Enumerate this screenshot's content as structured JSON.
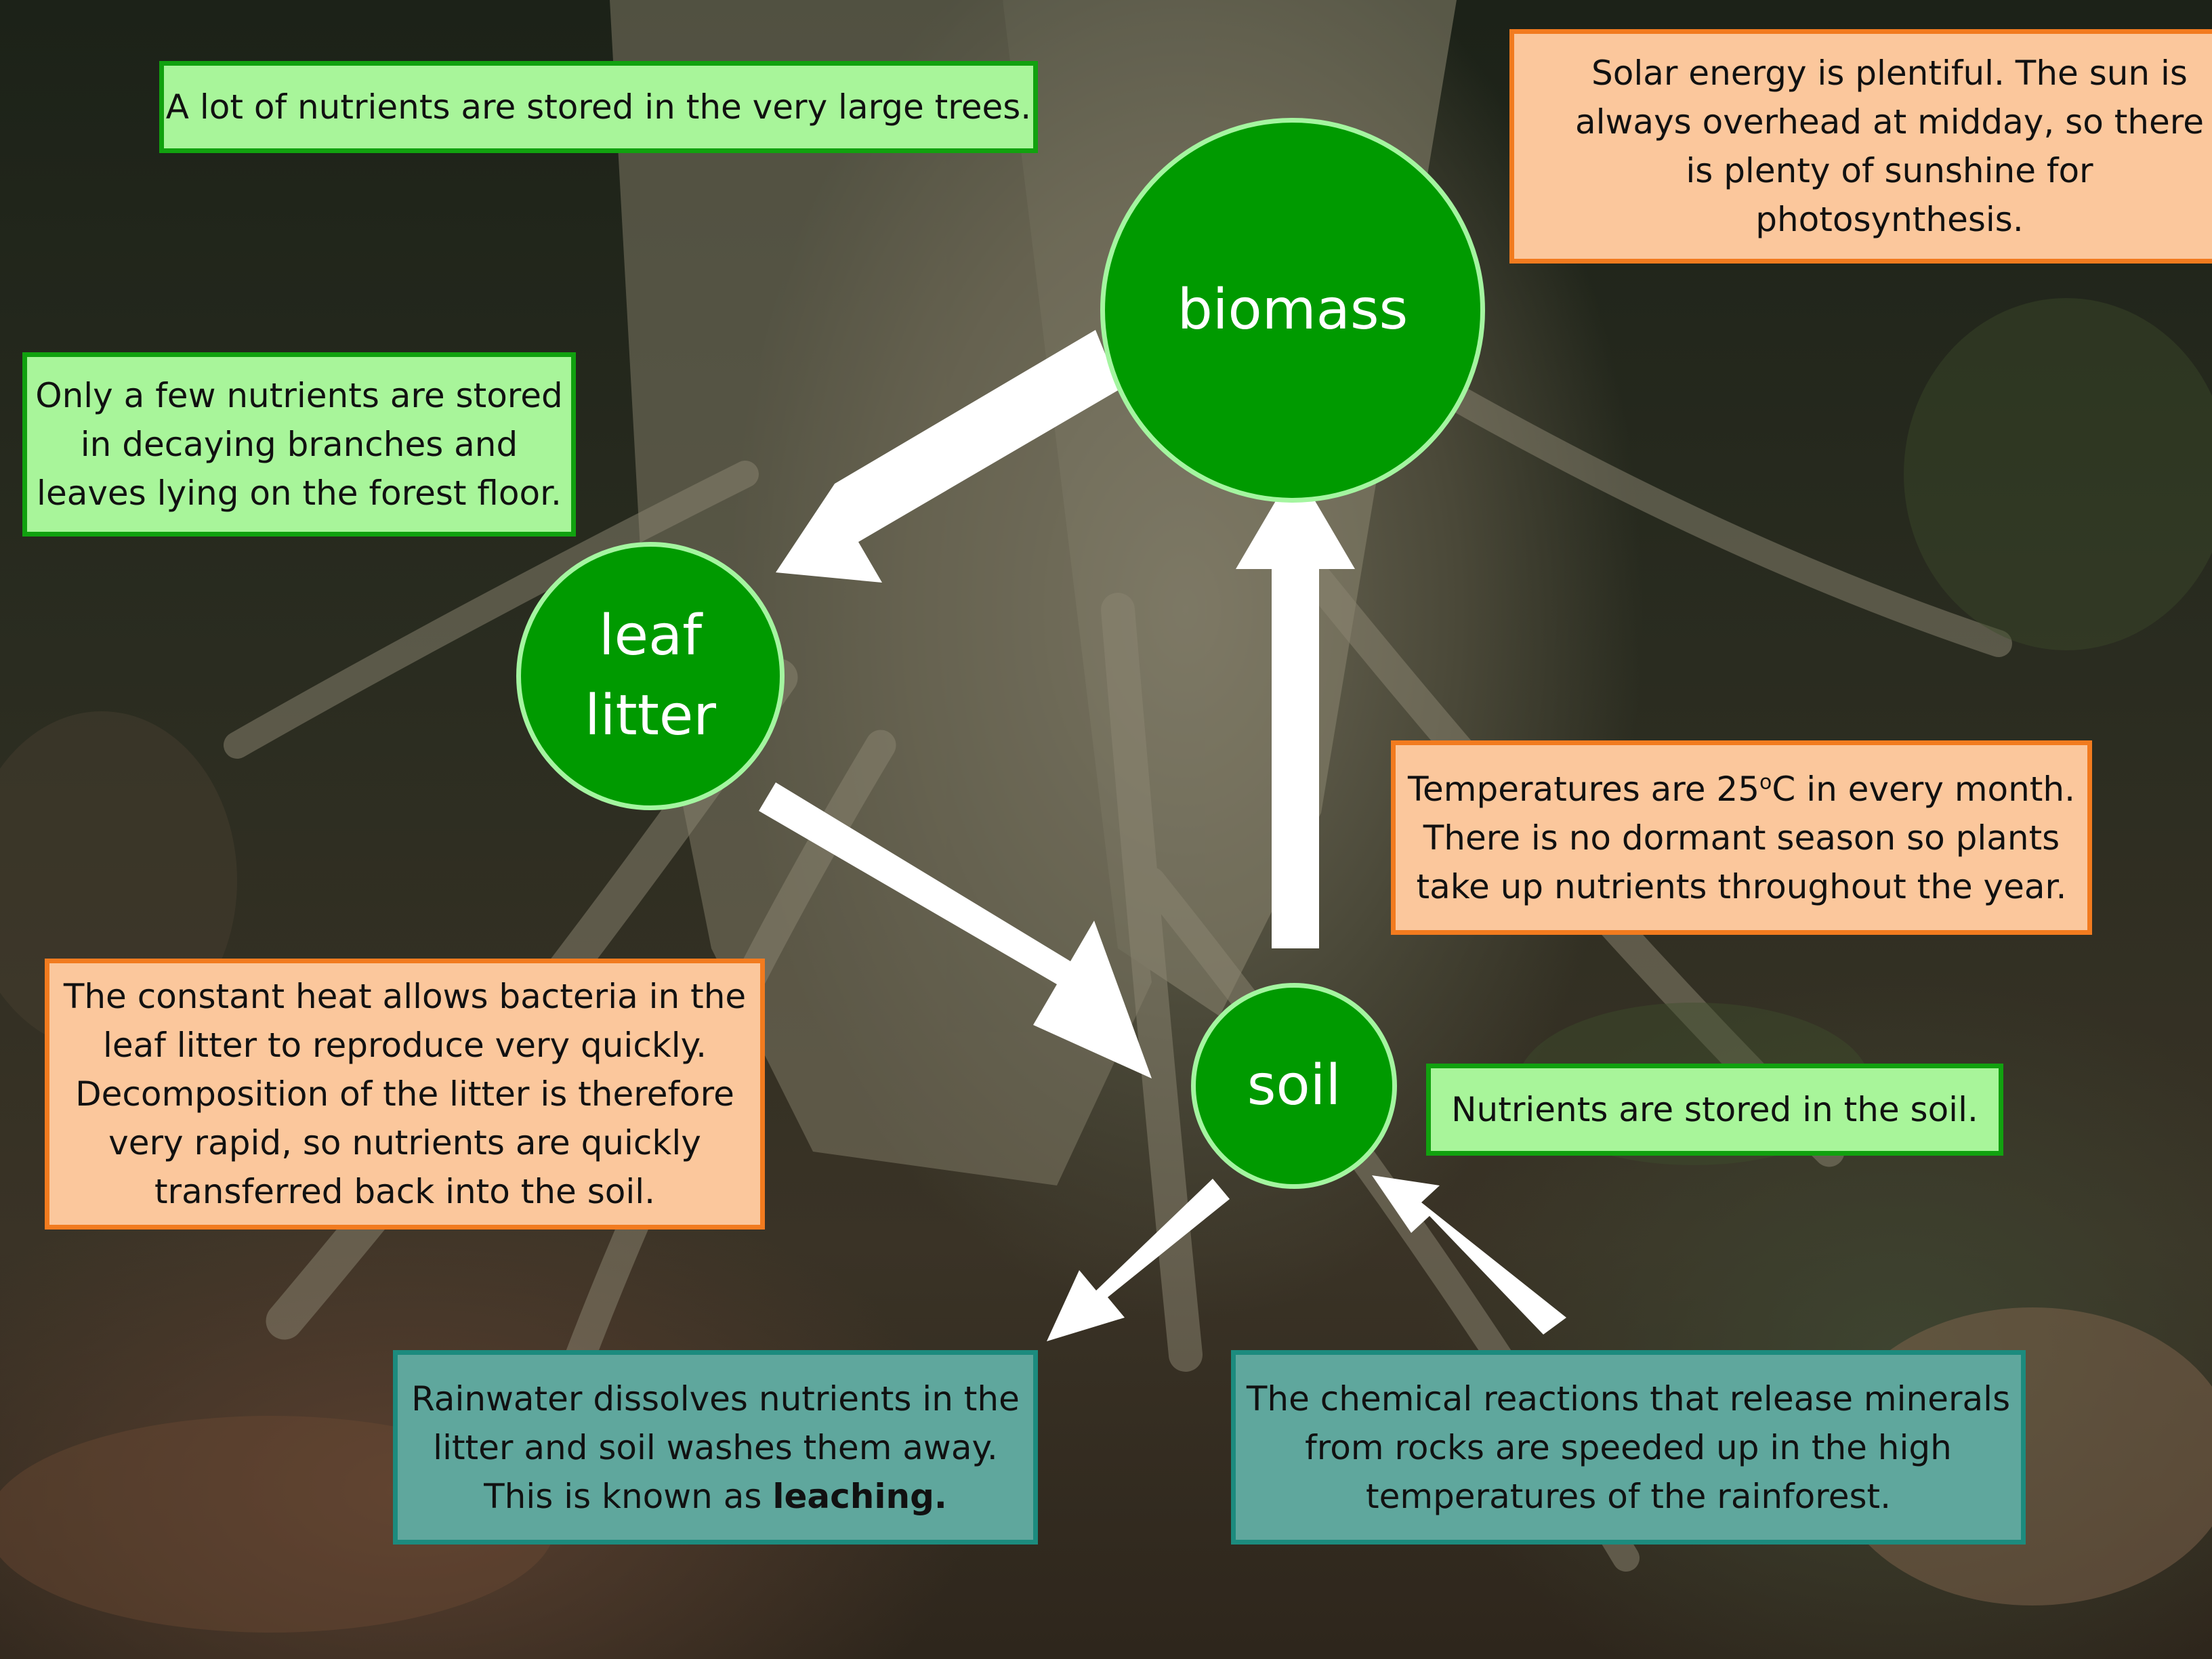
{
  "colors": {
    "node_fill": "#009a00",
    "node_border": "#a4f5a0",
    "green_box_fill": "#a8f59a",
    "green_box_border": "#11a10f",
    "orange_box_fill": "#fbc79c",
    "orange_box_border": "#f27b1f",
    "teal_box_fill": "#5fa79d",
    "teal_box_border": "#1c8b7e",
    "arrow": "#ffffff"
  },
  "nodes": {
    "biomass": "biomass",
    "leaf_litter_line1": "leaf",
    "leaf_litter_line2": "litter",
    "soil": "soil"
  },
  "boxes": {
    "large_trees": "A lot of nutrients are stored in the very large trees.",
    "decaying": {
      "line1": "Only a few nutrients are stored",
      "line2": "in decaying branches and",
      "line3": "leaves lying on the forest floor."
    },
    "solar": {
      "line1": "Solar energy is plentiful. The sun is",
      "line2": "always overhead at midday,  so there",
      "line3": "is plenty of sunshine for",
      "line4": "photosynthesis."
    },
    "temperature": {
      "line1_pre": "Temperatures are 25",
      "line1_sup": "o",
      "line1_post": "C in every month.",
      "line2": "There is no dormant season so plants",
      "line3": "take up nutrients throughout the year."
    },
    "heat": {
      "line1": "The constant heat allows bacteria in the",
      "line2": "leaf litter to reproduce very quickly.",
      "line3": "Decomposition of the litter is therefore",
      "line4": "very rapid, so nutrients are quickly",
      "line5": "transferred back into the soil."
    },
    "soil_store": "Nutrients are stored in the soil.",
    "rainwater": {
      "line1": "Rainwater dissolves nutrients in the",
      "line2": "litter and soil washes them away.",
      "line3_pre": "This is known as ",
      "line3_bold": "leaching."
    },
    "chemical": {
      "line1": "The chemical reactions that release minerals",
      "line2": "from rocks are speeded up in the high",
      "line3": "temperatures of the rainforest."
    }
  }
}
